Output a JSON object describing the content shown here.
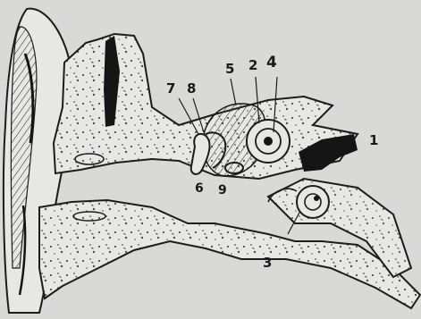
{
  "diagram": {
    "labels": {
      "l1": "1",
      "l2": "2",
      "l3": "3",
      "l4": "4",
      "l5": "5",
      "l6": "6",
      "l7": "7",
      "l8": "8",
      "l9": "9"
    },
    "colors": {
      "paper": "#d9d9d7",
      "tissue": "#e7e7e4",
      "ink": "#1c1c1c",
      "hatch": "#3a3a3a",
      "dark": "#151515"
    }
  }
}
